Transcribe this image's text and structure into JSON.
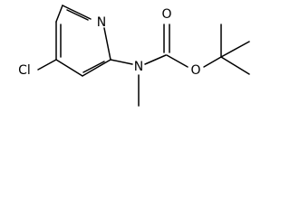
{
  "molecule": {
    "atoms": {
      "ring_nitrogen": "N",
      "chlorine": "Cl",
      "amine_nitrogen": "N",
      "carbonyl_oxygen": "O",
      "ester_oxygen": "O"
    }
  }
}
